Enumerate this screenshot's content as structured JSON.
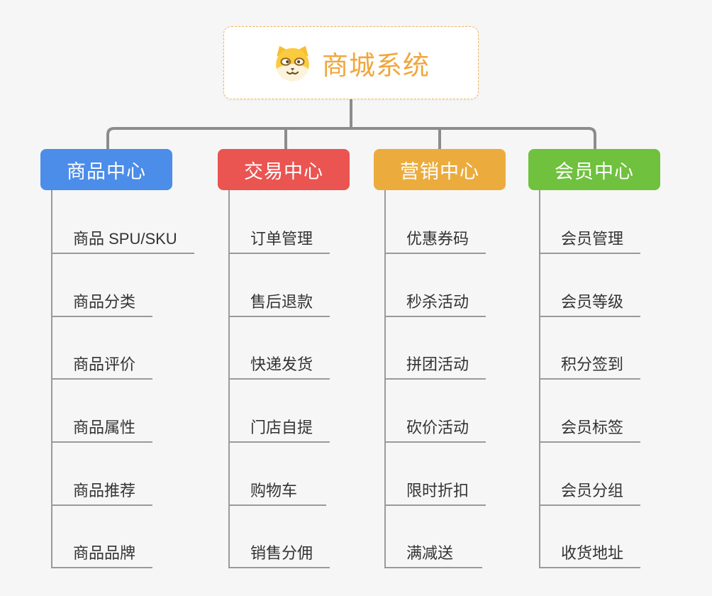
{
  "page": {
    "background_color": "#f6f6f6"
  },
  "root": {
    "title": "商城系统",
    "icon": "dog-icon",
    "title_color": "#f0a63c",
    "border_color": "#f0b35c"
  },
  "connectors": {
    "top_line_color": "#8c8c8c",
    "sub_line_color": "#9a9a9a"
  },
  "branches": [
    {
      "label": "商品中心",
      "color": "#4b8de9",
      "items": [
        "商品 SPU/SKU",
        "商品分类",
        "商品评价",
        "商品属性",
        "商品推荐",
        "商品品牌"
      ]
    },
    {
      "label": "交易中心",
      "color": "#ea5451",
      "items": [
        "订单管理",
        "售后退款",
        "快递发货",
        "门店自提",
        "购物车",
        "销售分佣"
      ]
    },
    {
      "label": "营销中心",
      "color": "#ecac3d",
      "items": [
        "优惠券码",
        "秒杀活动",
        "拼团活动",
        "砍价活动",
        "限时折扣",
        "满减送"
      ]
    },
    {
      "label": "会员中心",
      "color": "#6fc13e",
      "items": [
        "会员管理",
        "会员等级",
        "积分签到",
        "会员标签",
        "会员分组",
        "收货地址"
      ]
    }
  ]
}
